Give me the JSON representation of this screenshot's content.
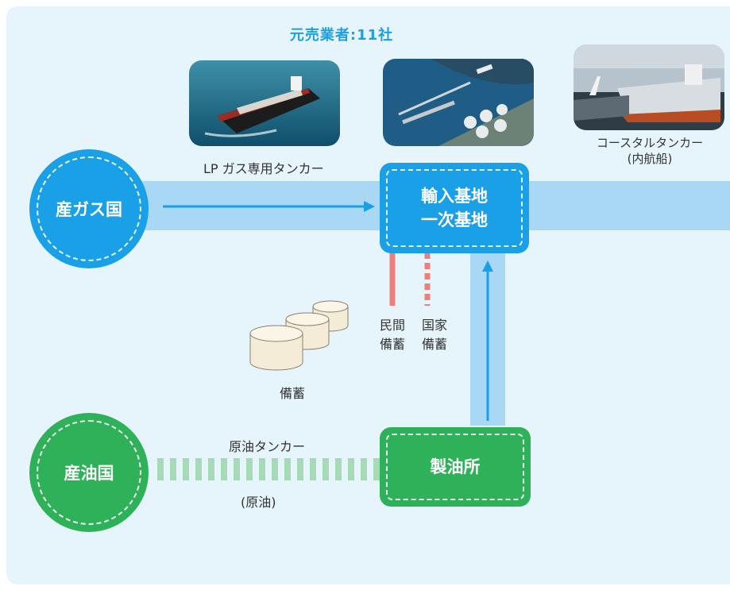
{
  "header": {
    "title": "元売業者:11社"
  },
  "nodes": {
    "gas_country": "産ガス国",
    "oil_country": "産油国",
    "import_base_line1": "輸入基地",
    "import_base_line2": "一次基地",
    "refinery": "製油所"
  },
  "labels": {
    "lpg_tanker": "LP ガス専用タンカー",
    "coastal_tanker_line1": "コースタルタンカー",
    "coastal_tanker_line2": "(内航船)",
    "private_reserve_line1": "民間",
    "private_reserve_line2": "備蓄",
    "national_reserve_line1": "国家",
    "national_reserve_line2": "備蓄",
    "storage": "備蓄",
    "crude_tanker": "原油タンカー",
    "crude_note": "(原油)"
  },
  "colors": {
    "background": "#e6f4fb",
    "lpg_blue": "#1aa0e6",
    "oil_green": "#2fb159",
    "flow_band": "#a8d8f4",
    "reserve_red": "#ef7f7a",
    "crude_dash": "#a6dbb4"
  },
  "icons": [
    "lpg-tanker-photo",
    "import-terminal-photo",
    "coastal-tanker-photo",
    "storage-tanks-icon"
  ]
}
